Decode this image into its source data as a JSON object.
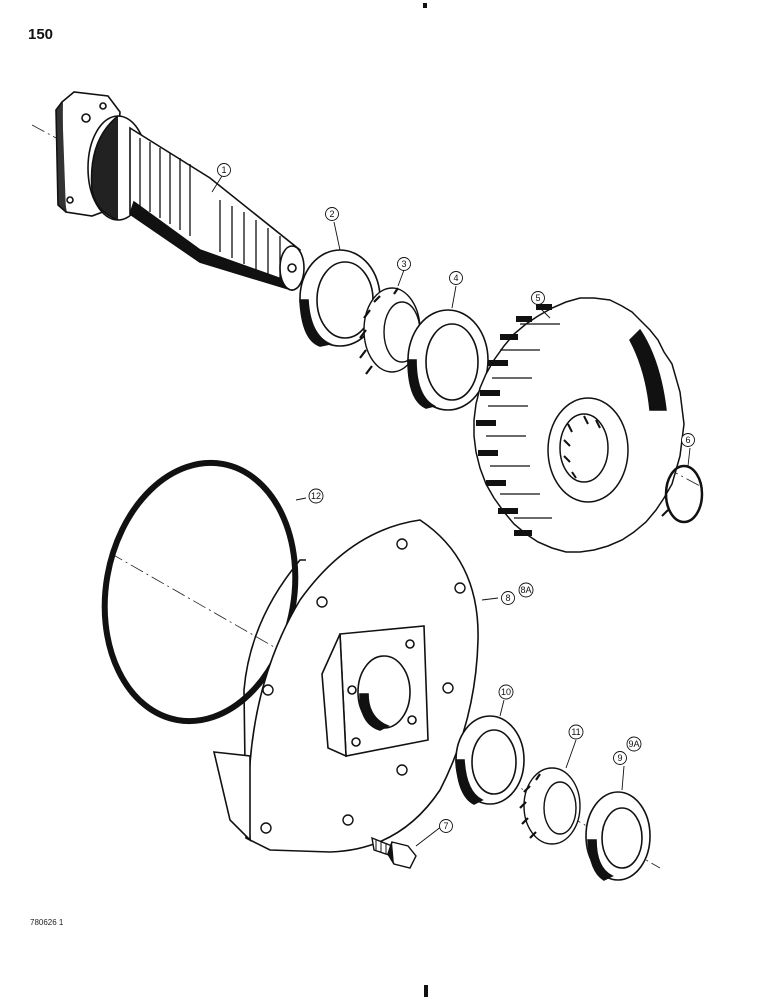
{
  "page_number": "150",
  "figure_code": "780626 1",
  "callouts": {
    "c1": "1",
    "c2": "2",
    "c3": "3",
    "c4": "4",
    "c5": "5",
    "c6": "6",
    "c7": "7",
    "c8": "8",
    "c8a": "8A",
    "c9": "9",
    "c9a": "9A",
    "c10": "10",
    "c11": "11",
    "c12": "12"
  }
}
